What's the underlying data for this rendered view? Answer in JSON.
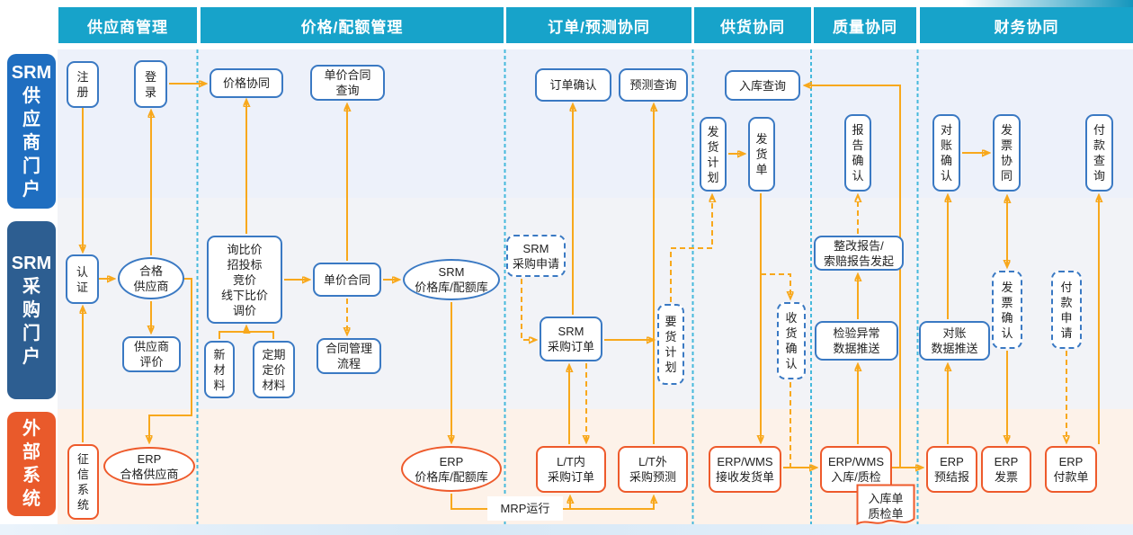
{
  "title": "SRM流程图",
  "colors": {
    "header_bg": "#17a3ca",
    "arrow": "#f8a81c",
    "blue_border": "#3a79c3",
    "orange_border": "#ee5a2b",
    "lane_supplier_bg": "#1f6ec0",
    "lane_buyer_bg": "#2d5e91",
    "lane_external_bg": "#e95a2b",
    "band_supplier_bg": "#edf1fa",
    "band_buyer_bg": "#f2f3f7",
    "band_external_bg": "#fdf2e9",
    "separator": "#45b9dc"
  },
  "headers": [
    {
      "label": "供应商管理"
    },
    {
      "label": "价格/配额管理"
    },
    {
      "label": "订单/预测协同"
    },
    {
      "label": "供货协同"
    },
    {
      "label": "质量协同"
    },
    {
      "label": "财务协同"
    }
  ],
  "lanes": [
    {
      "label": "SRM\n供\n应\n商\n门\n户"
    },
    {
      "label": "SRM\n采\n购\n门\n户"
    },
    {
      "label": "外\n部\n系\n统"
    }
  ],
  "nodes": {
    "zhuce": {
      "label": "注\n册"
    },
    "denglu": {
      "label": "登\n录"
    },
    "jiage_xietong": {
      "label": "价格协同"
    },
    "danjia_hetong_chaxun": {
      "label": "单价合同\n查询"
    },
    "dingdan_queren": {
      "label": "订单确认"
    },
    "yuce_chaxun": {
      "label": "预测查询"
    },
    "ruku_chaxun": {
      "label": "入库查询"
    },
    "fahuo_jihua": {
      "label": "发\n货\n计\n划"
    },
    "fahuo_dan": {
      "label": "发\n货\n单"
    },
    "baogao_queren": {
      "label": "报\n告\n确\n认"
    },
    "duizhang_queren": {
      "label": "对\n账\n确\n认"
    },
    "fapiao_xietong": {
      "label": "发\n票\n协\n同"
    },
    "fukuan_chaxun": {
      "label": "付\n款\n查\n询"
    },
    "renzheng": {
      "label": "认\n证"
    },
    "hege_gongyingshang": {
      "label": "合格\n供应商"
    },
    "gongyingshang_pingjia": {
      "label": "供应商\n评价"
    },
    "xunbijia": {
      "label": "询比价\n招投标\n竞价\n线下比价\n调价"
    },
    "xin_cailiao": {
      "label": "新\n材\n料"
    },
    "dingqi_dingjia": {
      "label": "定期\n定价\n材料"
    },
    "danjia_hetong": {
      "label": "单价合同"
    },
    "hetong_guanli": {
      "label": "合同管理\n流程"
    },
    "srm_jiageku": {
      "label": "SRM\n价格库/配额库"
    },
    "srm_caigou_shenqing": {
      "label": "SRM\n采购申请"
    },
    "srm_caigou_dingdan": {
      "label": "SRM\n采购订单"
    },
    "yaohuo_jihua": {
      "label": "要\n货\n计\n划"
    },
    "shouhuo_queren": {
      "label": "收\n货\n确\n认"
    },
    "zhenggai_baogao": {
      "label": "整改报告/\n索赔报告发起"
    },
    "jianyan_yichang": {
      "label": "检验异常\n数据推送"
    },
    "duizhang_tuisong": {
      "label": "对账\n数据推送"
    },
    "fapiao_queren": {
      "label": "发\n票\n确\n认"
    },
    "fukuan_shenqing": {
      "label": "付\n款\n申\n请"
    },
    "zhengxin_xitong": {
      "label": "征\n信\n系\n统"
    },
    "erp_hege": {
      "label": "ERP\n合格供应商"
    },
    "erp_jiageku": {
      "label": "ERP\n价格库/配额库"
    },
    "lt_nei": {
      "label": "L/T内\n采购订单"
    },
    "lt_wai": {
      "label": "L/T外\n采购预测"
    },
    "mrp_yunxing": {
      "label": "MRP运行"
    },
    "erp_wms_jieshou": {
      "label": "ERP/WMS\n接收发货单"
    },
    "erp_wms_ruku": {
      "label": "ERP/WMS\n入库/质检"
    },
    "ruku_dan": {
      "label": "入库单\n质检单"
    },
    "erp_yujiebao": {
      "label": "ERP\n预结报"
    },
    "erp_fapiao": {
      "label": "ERP\n发票"
    },
    "erp_fukuandan": {
      "label": "ERP\n付款单"
    }
  }
}
